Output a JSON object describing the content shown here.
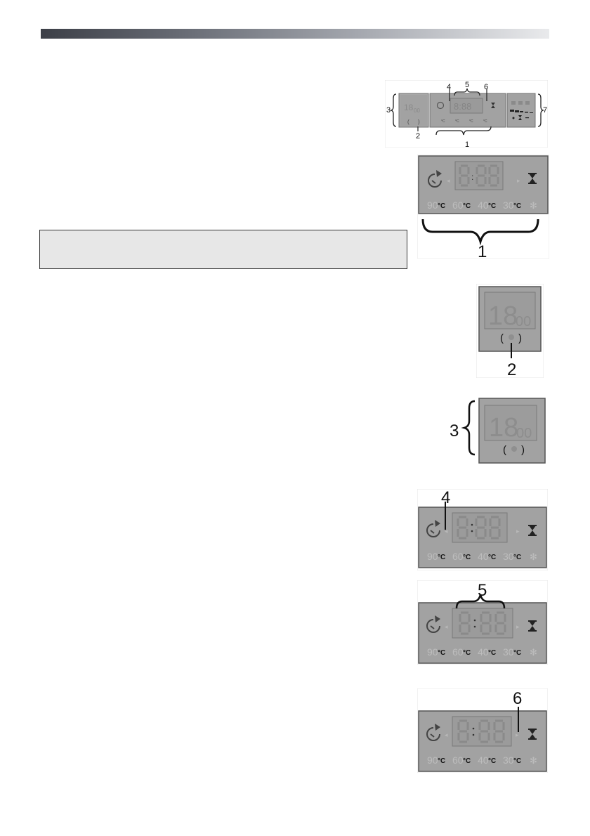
{
  "figures": {
    "overview": {
      "callouts": [
        "1",
        "2",
        "3",
        "4",
        "5",
        "6",
        "7"
      ],
      "temp_unit": "°C",
      "time_hours": "18",
      "time_minutes": "00",
      "digits": "8:88"
    },
    "fig1": {
      "callout": "1",
      "digits": "8",
      "colon": ":",
      "temps": [
        "90",
        "60",
        "40",
        "30"
      ],
      "temp_unit": "°C"
    },
    "fig2": {
      "callout": "2",
      "time_hours": "18",
      "time_minutes": "00",
      "paren_open": "(",
      "paren_close": ")"
    },
    "fig3": {
      "callout": "3",
      "time_hours": "18",
      "time_minutes": "00",
      "paren_open": "(",
      "paren_close": ")"
    },
    "fig4": {
      "callout": "4",
      "temps": [
        "90",
        "60",
        "40",
        "30"
      ],
      "temp_unit": "°C"
    },
    "fig5": {
      "callout": "5",
      "temps": [
        "90",
        "60",
        "40",
        "30"
      ],
      "temp_unit": "°C"
    },
    "fig6": {
      "callout": "6",
      "temps": [
        "90",
        "60",
        "40",
        "30"
      ],
      "temp_unit": "°C"
    }
  },
  "colors": {
    "header_dark": "#3c3f47",
    "header_light": "#e9eaec",
    "lcd_background": "#a2a2a2",
    "lcd_segment": "#8d8d8d",
    "note_background": "#e7e7e7"
  }
}
